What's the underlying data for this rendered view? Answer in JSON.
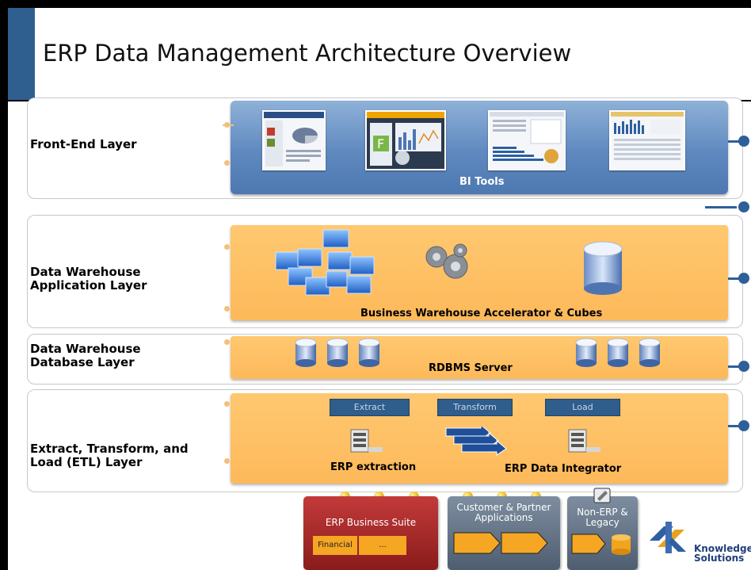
{
  "title": "ERP Data Management Architecture Overview",
  "layers": {
    "front_end": {
      "label": "Front-End Layer",
      "panel_caption": "BI Tools"
    },
    "dw_application": {
      "label": "Data Warehouse Application Layer",
      "panel_caption": "Business Warehouse Accelerator & Cubes"
    },
    "dw_database": {
      "label": "Data Warehouse Database Layer",
      "panel_caption": "RDBMS Server"
    },
    "etl": {
      "label": "Extract, Transform, and Load (ETL) Layer",
      "steps": [
        "Extract",
        "Transform",
        "Load"
      ],
      "left_caption": "ERP extraction",
      "right_caption": "ERP Data Integrator"
    }
  },
  "sources": {
    "erp_suite": {
      "title": "ERP Business Suite",
      "item1": "Financial",
      "item2": "..."
    },
    "customer": {
      "title": "Customer & Partner Applications"
    },
    "non_erp": {
      "title": "Non-ERP & Legacy"
    }
  },
  "logo": {
    "line1": "Knowledge",
    "line2": "Solutions"
  }
}
